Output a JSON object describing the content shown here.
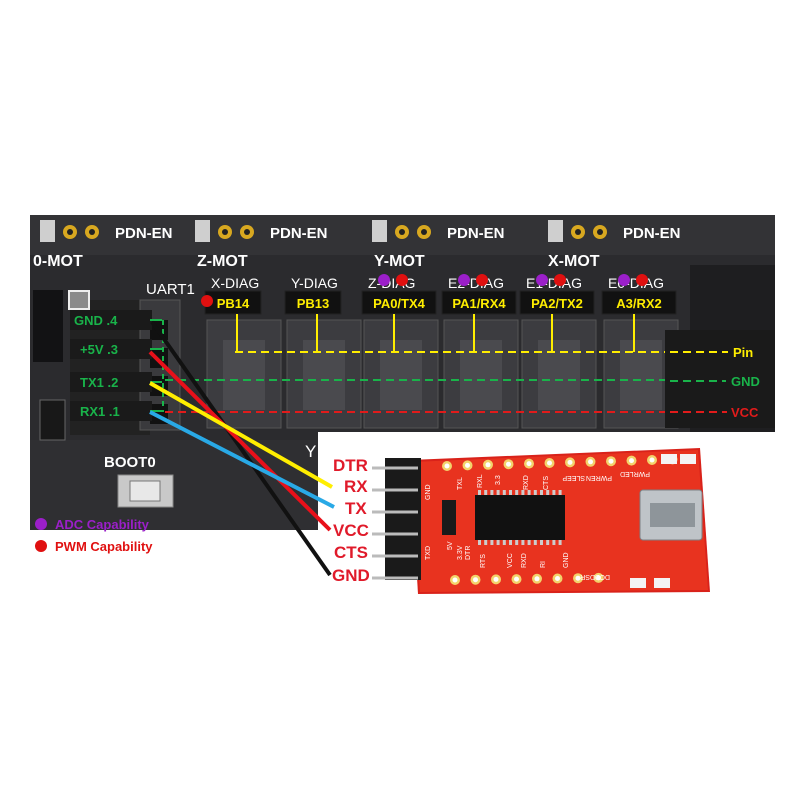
{
  "motor_labels": [
    "0-MOT",
    "Z-MOT",
    "Y-MOT",
    "X-MOT"
  ],
  "pdn_en": [
    "PDN-EN",
    "PDN-EN",
    "PDN-EN",
    "PDN-EN"
  ],
  "uart_label": "UART1",
  "diag_labels": [
    "X-DIAG",
    "Y-DIAG",
    "Z-DIAG",
    "E2-DIAG",
    "E1-DIAG",
    "E0-DIAG"
  ],
  "diag_pins": [
    {
      "name": "PB14",
      "adc": false,
      "pwm": true
    },
    {
      "name": "PB13",
      "adc": false,
      "pwm": false
    },
    {
      "name": "PA0/TX4",
      "adc": true,
      "pwm": true
    },
    {
      "name": "PA1/RX4",
      "adc": true,
      "pwm": true
    },
    {
      "name": "PA2/TX2",
      "adc": true,
      "pwm": true
    },
    {
      "name": "A3/RX2",
      "adc": true,
      "pwm": true
    }
  ],
  "uart_pins": [
    "GND .4",
    "+5V .3",
    "TX1 .2",
    "RX1 .1"
  ],
  "right_legend": [
    {
      "label": "Pin",
      "color": "#ffee00"
    },
    {
      "label": "GND",
      "color": "#19b34a"
    },
    {
      "label": "VCC",
      "color": "#e11b1b"
    }
  ],
  "boot_label": "BOOT0",
  "partial_y_label": "Y",
  "legend": [
    {
      "label": "ADC Capability",
      "color": "#9b1fc9"
    },
    {
      "label": "PWM Capability",
      "color": "#e01010"
    }
  ],
  "ftdi_pins": [
    "DTR",
    "RX",
    "TX",
    "VCC",
    "CTS",
    "GND"
  ],
  "wire_colors": {
    "gnd": "#111111",
    "vcc": "#e8101a",
    "tx": "#ffee00",
    "rx": "#29a9e6"
  },
  "ftdi_silkscreen": [
    "GND",
    "TXD",
    "5V",
    "3.3V",
    "DTR",
    "RTS",
    "VCC",
    "RXD",
    "RI",
    "GND",
    "DSR",
    "DCD",
    "CTS",
    "RXL",
    "TXL",
    "PWRLED",
    "SLEEP",
    "PWREN",
    "RXD",
    "3.3"
  ]
}
